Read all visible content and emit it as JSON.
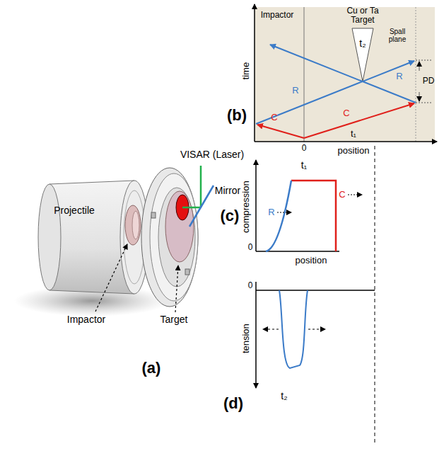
{
  "diagram": {
    "labels": [
      "Projectile",
      "Impactor",
      "Target",
      "VISAR (Laser)",
      "Mirror",
      "(a)",
      "Impactor",
      "Cu or Ta Target",
      "t₂",
      "Spall plane",
      "time",
      "position",
      "0",
      "PD",
      "R",
      "R",
      "C",
      "C",
      "t₁",
      "(b)",
      "t₁",
      "compression",
      "R",
      "C",
      "0",
      "position",
      "(c)",
      "0",
      "tension",
      "t₂",
      "(d)"
    ]
  }
}
